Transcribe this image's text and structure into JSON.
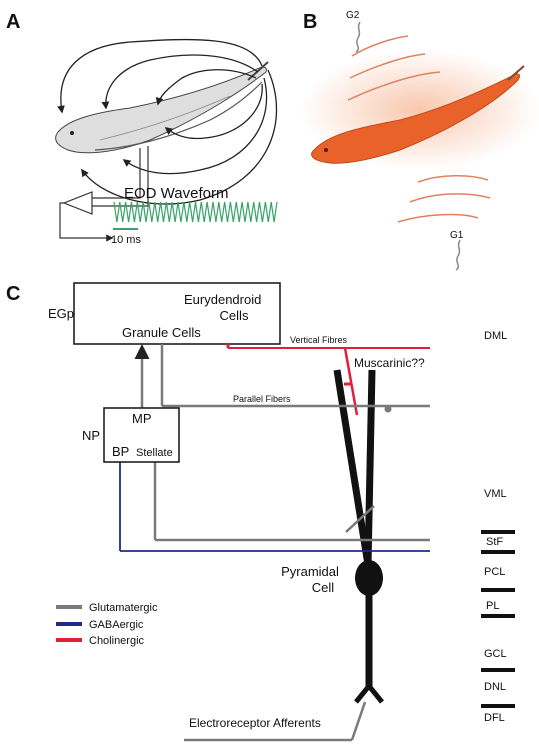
{
  "panel_labels": {
    "a": "A",
    "b": "B",
    "c": "C"
  },
  "panel_a": {
    "waveform_label": "EOD Waveform",
    "scale_bar": "10 ms",
    "waveform_color": "#3aa36a"
  },
  "panel_b": {
    "electrode_2": "G2",
    "electrode_1": "G1",
    "fish_color": "#e8622a",
    "field_line_color": "#e08060"
  },
  "panel_c": {
    "egp": "EGp",
    "eurydendroid_line1": "Eurydendroid",
    "eurydendroid_line2": "Cells",
    "granule_cells": "Granule Cells",
    "vertical_fibres": "Vertical Fibres",
    "muscarinic": "Muscarinic??",
    "parallel_fibers": "Parallel Fibers",
    "np": "NP",
    "mp": "MP",
    "bp": "BP",
    "stellate": "Stellate",
    "pyramidal_line1": "Pyramidal",
    "pyramidal_line2": "Cell",
    "electroreceptor_afferents": "Electroreceptor Afferents",
    "layers": [
      "DML",
      "VML",
      "StF",
      "PCL",
      "PL",
      "GCL",
      "DNL",
      "DFL"
    ],
    "legend": [
      {
        "label": "Glutamatergic",
        "color": "#7a7a7a"
      },
      {
        "label": "GABAergic",
        "color": "#1f2a8a"
      },
      {
        "label": "Cholinergic",
        "color": "#e0203a"
      }
    ]
  }
}
